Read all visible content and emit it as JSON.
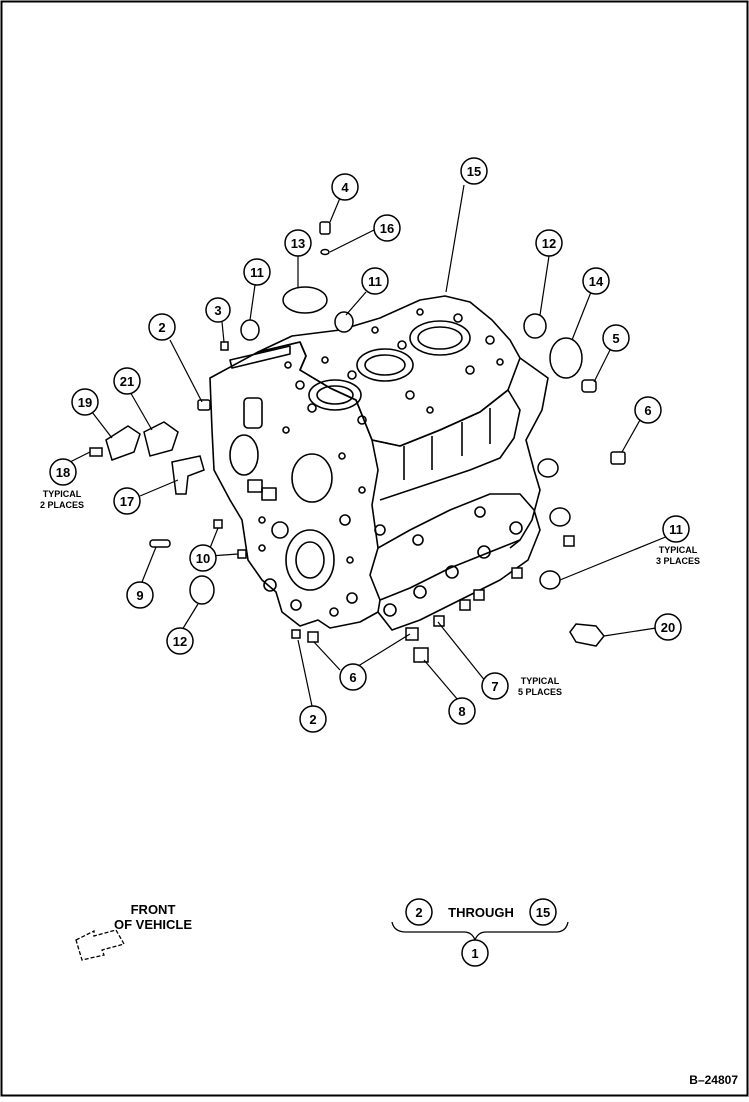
{
  "callouts": [
    {
      "id": "c4",
      "num": "4"
    },
    {
      "id": "c15",
      "num": "15"
    },
    {
      "id": "c16",
      "num": "16"
    },
    {
      "id": "c13",
      "num": "13"
    },
    {
      "id": "c12a",
      "num": "12"
    },
    {
      "id": "c11a",
      "num": "11"
    },
    {
      "id": "c11b",
      "num": "11"
    },
    {
      "id": "c14",
      "num": "14"
    },
    {
      "id": "c3",
      "num": "3"
    },
    {
      "id": "c2a",
      "num": "2"
    },
    {
      "id": "c5",
      "num": "5"
    },
    {
      "id": "c21",
      "num": "21"
    },
    {
      "id": "c19",
      "num": "19"
    },
    {
      "id": "c6a",
      "num": "6"
    },
    {
      "id": "c18",
      "num": "18"
    },
    {
      "id": "c17",
      "num": "17"
    },
    {
      "id": "c11c",
      "num": "11"
    },
    {
      "id": "c10",
      "num": "10"
    },
    {
      "id": "c9",
      "num": "9"
    },
    {
      "id": "c12b",
      "num": "12"
    },
    {
      "id": "c20",
      "num": "20"
    },
    {
      "id": "c6b",
      "num": "6"
    },
    {
      "id": "c7",
      "num": "7"
    },
    {
      "id": "c8",
      "num": "8"
    },
    {
      "id": "c2b",
      "num": "2"
    },
    {
      "id": "c2r",
      "num": "2"
    },
    {
      "id": "c15r",
      "num": "15"
    },
    {
      "id": "c1",
      "num": "1"
    }
  ],
  "notes": {
    "typical2_line1": "TYPICAL",
    "typical2_line2": "2 PLACES",
    "typical3_line1": "TYPICAL",
    "typical3_line2": "3 PLACES",
    "typical5_line1": "TYPICAL",
    "typical5_line2": "5 PLACES"
  },
  "front": {
    "line1": "FRONT",
    "line2": "OF VEHICLE"
  },
  "range": {
    "through": "THROUGH"
  },
  "figure_ref": "B–24807"
}
